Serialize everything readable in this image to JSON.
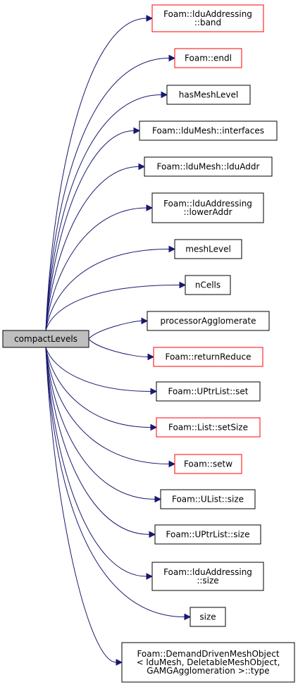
{
  "root": {
    "label": "compactLevels"
  },
  "callees": [
    {
      "lines": [
        "Foam::lduAddressing",
        "::band"
      ],
      "highlight": "red"
    },
    {
      "lines": [
        "Foam::endl"
      ],
      "highlight": "red"
    },
    {
      "lines": [
        "hasMeshLevel"
      ],
      "highlight": "black"
    },
    {
      "lines": [
        "Foam::lduMesh::interfaces"
      ],
      "highlight": "black"
    },
    {
      "lines": [
        "Foam::lduMesh::lduAddr"
      ],
      "highlight": "black"
    },
    {
      "lines": [
        "Foam::lduAddressing",
        "::lowerAddr"
      ],
      "highlight": "black"
    },
    {
      "lines": [
        "meshLevel"
      ],
      "highlight": "black"
    },
    {
      "lines": [
        "nCells"
      ],
      "highlight": "black"
    },
    {
      "lines": [
        "processorAgglomerate"
      ],
      "highlight": "black"
    },
    {
      "lines": [
        "Foam::returnReduce"
      ],
      "highlight": "red"
    },
    {
      "lines": [
        "Foam::UPtrList::set"
      ],
      "highlight": "black"
    },
    {
      "lines": [
        "Foam::List::setSize"
      ],
      "highlight": "red"
    },
    {
      "lines": [
        "Foam::setw"
      ],
      "highlight": "red"
    },
    {
      "lines": [
        "Foam::UList::size"
      ],
      "highlight": "black"
    },
    {
      "lines": [
        "Foam::UPtrList::size"
      ],
      "highlight": "black"
    },
    {
      "lines": [
        "Foam::lduAddressing",
        "::size"
      ],
      "highlight": "black"
    },
    {
      "lines": [
        "size"
      ],
      "highlight": "black"
    },
    {
      "lines": [
        "Foam::DemandDrivenMeshObject",
        "< lduMesh, DeletableMeshObject,",
        "GAMGAgglomeration >::type"
      ],
      "highlight": "black"
    }
  ]
}
